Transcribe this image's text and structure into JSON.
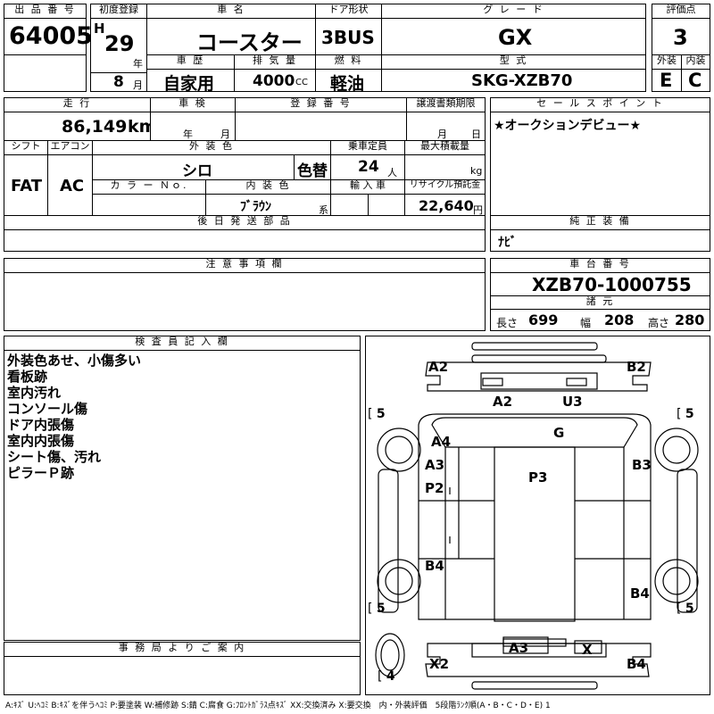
{
  "header": {
    "lot_no_label": "出 品 番 号",
    "lot_no": "64005",
    "first_reg_label": "初度登録",
    "era": "H",
    "year": "29",
    "year_unit": "年",
    "month": "8",
    "month_unit": "月",
    "car_name_label": "車 名",
    "car_name": "コースター",
    "door_label": "ドア形状",
    "door": "3BUS",
    "grade_label": "グ レ ー ド",
    "grade": "GX",
    "score_label": "評価点",
    "score": "3",
    "history_label": "車 歴",
    "history": "自家用",
    "displacement_label": "排 気 量",
    "displacement": "4000",
    "displacement_unit": "CC",
    "fuel_label": "燃 料",
    "fuel": "軽油",
    "model_label": "型 式",
    "model": "SKG-XZB70",
    "exterior_label": "外装",
    "exterior": "E",
    "interior_label": "内装",
    "interior": "C"
  },
  "row2": {
    "mileage_label": "走 行",
    "mileage": "86,149",
    "mileage_unit": "km",
    "inspection_label": "車 検",
    "insp_year_unit": "年",
    "insp_month_unit": "月",
    "reg_no_label": "登 録 番 号",
    "transfer_label": "譲渡書類期限",
    "transfer_month_unit": "月",
    "transfer_day_unit": "日",
    "sales_point_label": "セ ー ル ス ポ イ ン ト",
    "sales_point": "★オークションデビュー★",
    "shift_label": "シフト",
    "shift": "FAT",
    "ac_label": "エアコン",
    "ac": "AC",
    "ext_color_label": "外 装 色",
    "ext_color": "シロ",
    "color_change": "色替",
    "capacity_label": "乗車定員",
    "capacity": "24",
    "capacity_unit": "人",
    "max_load_label": "最大積載量",
    "max_load_unit": "kg",
    "color_no_label": "カ ラ ー Ｎｏ.",
    "int_color_label": "内 装 色",
    "int_color": "ﾌﾞﾗｳﾝ",
    "int_color_unit": "系",
    "import_label": "輸 入 車",
    "recycle_label": "リサイクル預託金",
    "recycle": "22,640",
    "recycle_unit": "円",
    "later_parts_label": "後 日 発 送 部 品",
    "genuine_label": "純 正 装 備",
    "genuine": "ﾅﾋﾞ"
  },
  "notes_label": "注 意 事 項 欄",
  "chassis": {
    "label": "車 台 番 号",
    "number": "XZB70-1000755",
    "spec_label": "諸 元",
    "length_label": "長さ",
    "length": "699",
    "width_label": "幅",
    "width": "208",
    "height_label": "高さ",
    "height": "280"
  },
  "inspector": {
    "label": "検 査 員 記 入 欄",
    "lines": [
      "外装色あせ、小傷多い",
      "看板跡",
      "室内汚れ",
      "コンソール傷",
      "ドア内張傷",
      "室内内張傷",
      "シート傷、汚れ",
      "ピラーＰ跡"
    ]
  },
  "office_label": "事 務 局 よ り ご 案 内",
  "legend": "A:ｷｽﾞ U:ﾍｺﾐ B:ｷｽﾞを伴うﾍｺﾐ P:要塗装 W:補修跡 S:錆 C:腐食 G:ﾌﾛﾝﾄｶﾞﾗｽ点ｷｽﾞ XX:交換済み X:要交換　内・外装評価　5段階ﾗﾝｸ順(A・B・C・D・E) 1",
  "diagram": {
    "marks": [
      "A2",
      "B2",
      "A2",
      "U3",
      "G",
      "A4",
      "A3",
      "B3",
      "P2",
      "P3",
      "B4",
      "B4",
      "A3",
      "X",
      "X2",
      "B4"
    ],
    "tire_tread": [
      "5",
      "5",
      "5",
      "5",
      "4"
    ]
  }
}
